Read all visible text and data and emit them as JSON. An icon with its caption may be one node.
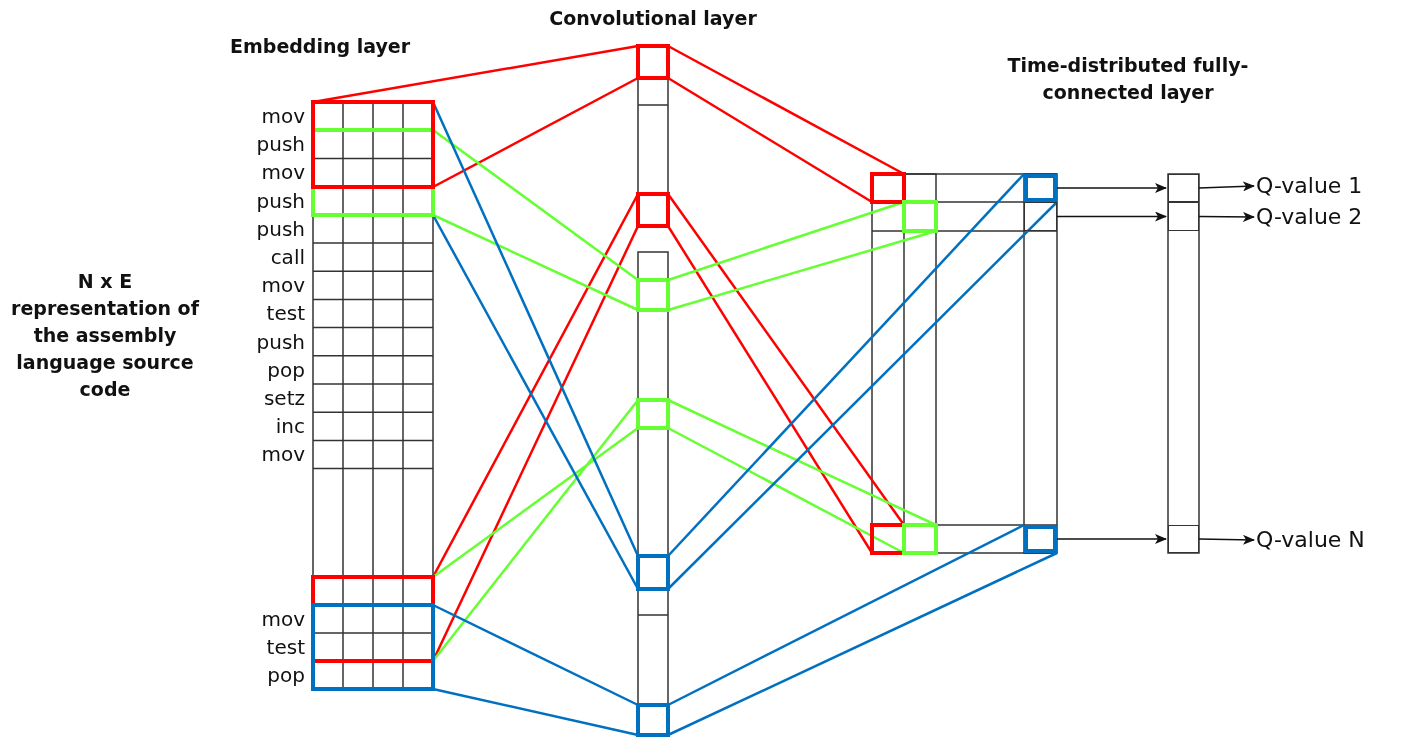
{
  "diagram": {
    "nodes": [
      {
        "text": [],
        "shape": "box"
      },
      {
        "text": [],
        "shape": "box"
      },
      {
        "text": [],
        "shape": "box"
      },
      {
        "text": [],
        "shape": "box"
      },
      {
        "text": [],
        "shape": "box"
      },
      {
        "text": [],
        "shape": "box"
      },
      {
        "text": [
          "Q-value 1"
        ]
      },
      {
        "text": [
          "Q-value 2"
        ]
      },
      {
        "text": [
          "Q-value N"
        ]
      }
    ],
    "edges": [
      {
        "from": 0,
        "to": 3,
        "arrow": "to"
      },
      {
        "from": 1,
        "to": 4,
        "arrow": "to"
      },
      {
        "from": 2,
        "to": 5,
        "arrow": "to"
      },
      {
        "from": 3,
        "to": 6,
        "arrow": "to"
      },
      {
        "from": 4,
        "to": 7,
        "arrow": "to"
      },
      {
        "from": 5,
        "to": 8,
        "arrow": "to"
      }
    ],
    "labels": [
      "Convolutional layer",
      "Embedding layer",
      "Time-distributed fully-connected layer",
      "N x E representation of the assembly language source code",
      "mov",
      "push",
      "mov",
      "push",
      "push",
      "call",
      "mov",
      "test",
      "push",
      "pop",
      "setz",
      "inc",
      "mov",
      "mov",
      "test",
      "pop"
    ]
  }
}
